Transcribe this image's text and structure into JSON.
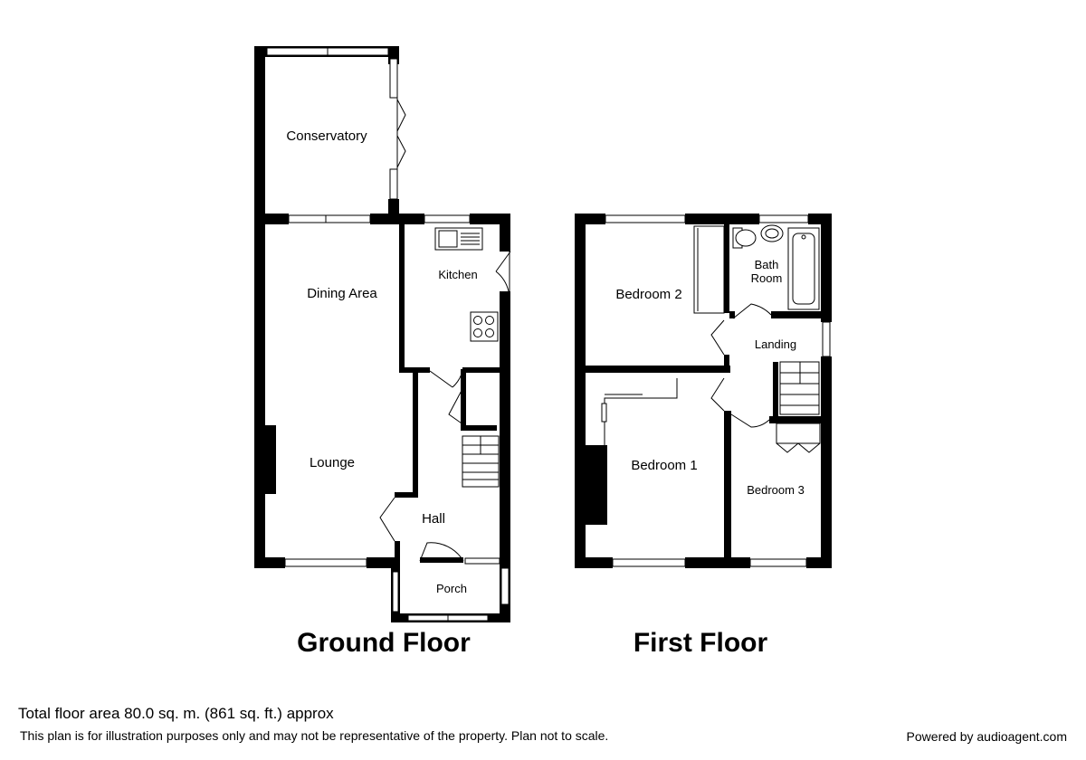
{
  "ground_floor": {
    "title": "Ground Floor",
    "rooms": {
      "conservatory": "Conservatory",
      "dining_area": "Dining Area",
      "kitchen": "Kitchen",
      "lounge": "Lounge",
      "hall": "Hall",
      "porch": "Porch"
    }
  },
  "first_floor": {
    "title": "First Floor",
    "rooms": {
      "bedroom_2": "Bedroom 2",
      "bath_room_line1": "Bath",
      "bath_room_line2": "Room",
      "landing": "Landing",
      "bedroom_1": "Bedroom 1",
      "bedroom_3": "Bedroom 3"
    }
  },
  "footer": {
    "total_area": "Total floor area 80.0 sq. m. (861 sq. ft.) approx",
    "disclaimer": "This plan is for illustration purposes only and may not be representative of the property. Plan not to scale.",
    "powered_by": "Powered by audioagent.com"
  }
}
